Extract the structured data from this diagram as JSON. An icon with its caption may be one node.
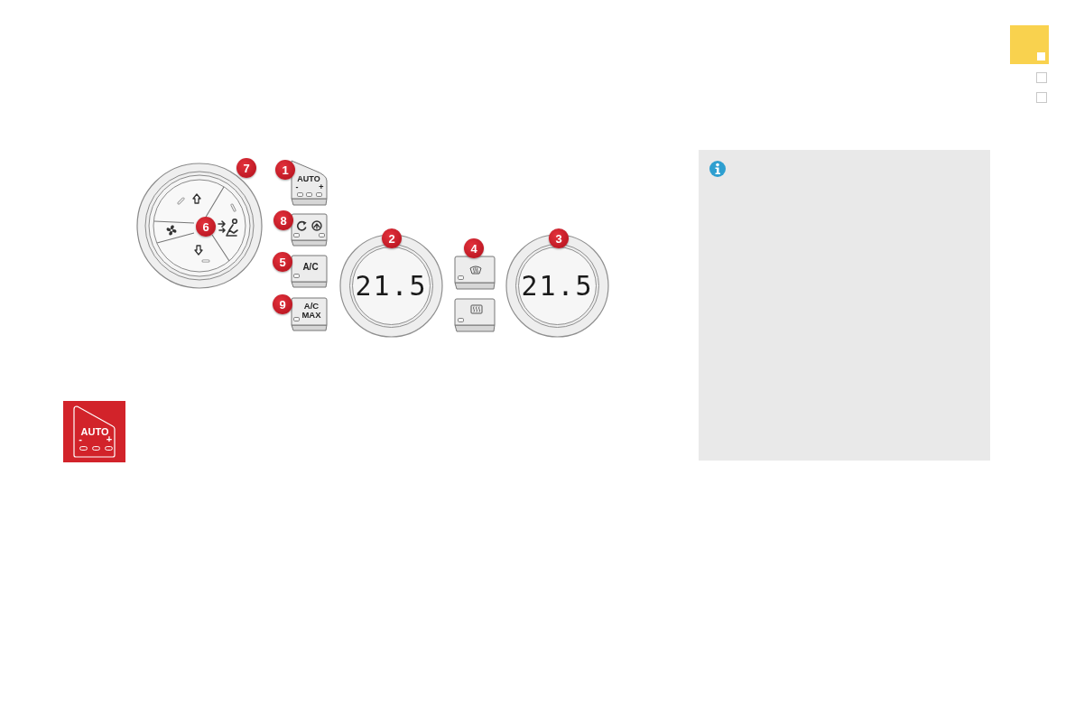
{
  "diagram": {
    "nodes": [
      {
        "text": [],
        "shape": "circle"
      },
      {
        "text": [
          "AUTO",
          "-",
          "+"
        ]
      },
      {
        "text": [],
        "shape": "box"
      },
      {
        "text": [
          "A/C"
        ]
      },
      {
        "text": [
          "A/C MAX"
        ]
      },
      {
        "text": [
          "21.5"
        ]
      },
      {
        "text": [],
        "shape": "box"
      },
      {
        "text": [],
        "shape": "box"
      },
      {
        "text": [
          "21.5"
        ]
      },
      {
        "text": [
          "AUTO",
          "-",
          "+"
        ]
      }
    ],
    "labels": [
      "7",
      "1",
      "6",
      "8",
      "2",
      "4",
      "3",
      "5",
      "9"
    ]
  }
}
